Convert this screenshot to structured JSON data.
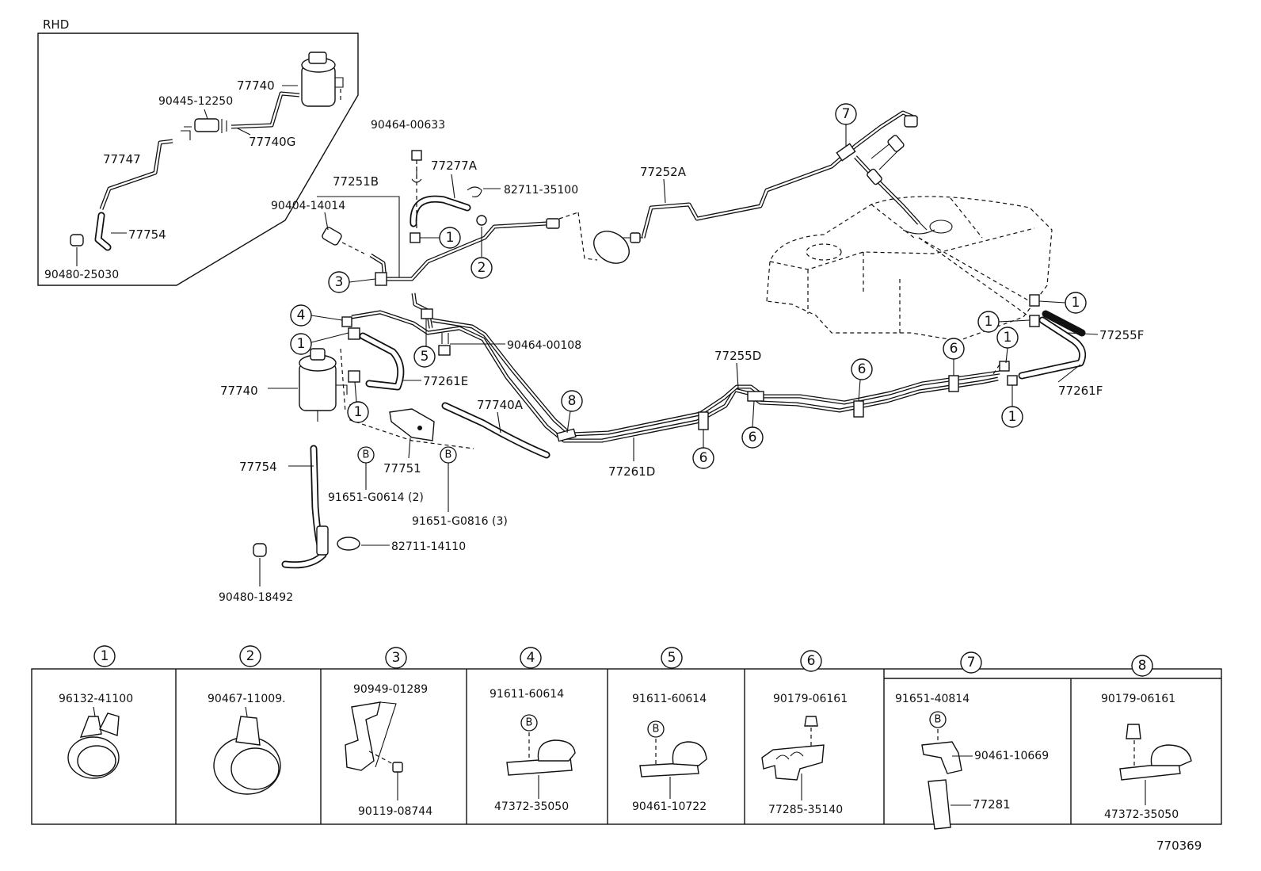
{
  "diagram_id": "770369",
  "inset": {
    "title": "RHD"
  },
  "labels": {
    "p90445_12250": "90445-12250",
    "p77740_inset": "77740",
    "p77740G": "77740G",
    "p77747": "77747",
    "p77754_inset": "77754",
    "p90480_25030": "90480-25030",
    "p90464_00633": "90464-00633",
    "p77277A": "77277A",
    "p82711_35100": "82711-35100",
    "p77251B": "77251B",
    "p90404_14014": "90404-14014",
    "p77252A": "77252A",
    "p77255F": "77255F",
    "p77261F": "77261F",
    "p90464_00108": "90464-00108",
    "p77255D": "77255D",
    "p77261E": "77261E",
    "p77740": "77740",
    "p77740A": "77740A",
    "p77751": "77751",
    "p77261D": "77261D",
    "p77754": "77754",
    "p91651_G0614": "91651-G0614 (2)",
    "p91651_G0816": "91651-G0816 (3)",
    "p82711_14110": "82711-14110",
    "p90480_18492": "90480-18492"
  },
  "callouts": {
    "c1": "1",
    "c2": "2",
    "c3": "3",
    "c4": "4",
    "c5": "5",
    "c6": "6",
    "c7": "7",
    "c8": "8",
    "bolt": "B"
  },
  "legend": [
    {
      "num": "1",
      "parts": [
        "96132-41100"
      ]
    },
    {
      "num": "2",
      "parts": [
        "90467-11009."
      ]
    },
    {
      "num": "3",
      "parts": [
        "90949-01289",
        "90119-08744"
      ]
    },
    {
      "num": "4",
      "parts": [
        "91611-60614",
        "47372-35050"
      ]
    },
    {
      "num": "5",
      "parts": [
        "91611-60614",
        "90461-10722"
      ]
    },
    {
      "num": "6",
      "parts": [
        "90179-06161",
        "77285-35140"
      ]
    },
    {
      "num": "7",
      "parts": [
        "91651-40814",
        "90461-10669",
        "77281"
      ]
    },
    {
      "num": "8",
      "parts": [
        "90179-06161",
        "47372-35050"
      ]
    }
  ]
}
